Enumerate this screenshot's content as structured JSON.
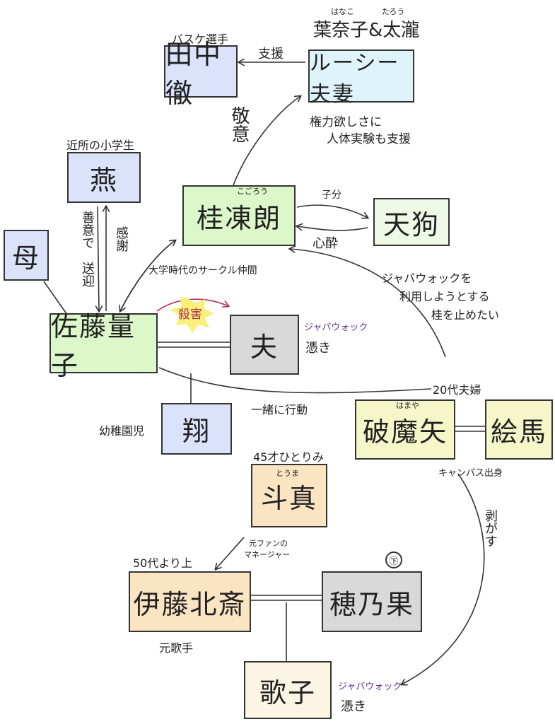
{
  "colors": {
    "blue": "#dbe3fb",
    "light_blue": "#dff3fb",
    "green": "#dcf7c9",
    "light_green": "#eff9e6",
    "gray": "#d9d9d9",
    "yellow": "#f6f7c9",
    "orange": "#fbe4c2",
    "cream": "#fdf5e4",
    "purple_text": "#5a2f8f",
    "burst": "#fbf07a"
  },
  "nodes": {
    "tanaka": {
      "name": "田中徹",
      "label": "バスケ選手"
    },
    "lucy": {
      "name": "ルーシー夫妻",
      "label": "葉奈子&太瀧",
      "ruby_1": "はなこ",
      "ruby_2": "たろう",
      "note_1": "権力欲しさに",
      "note_2": "人体実験も支援"
    },
    "tsubame": {
      "name": "燕",
      "label": "近所の小学生"
    },
    "haha": {
      "name": "母"
    },
    "katsura": {
      "name": "桂凍朗",
      "ruby": "こごろう"
    },
    "tengu": {
      "name": "天狗"
    },
    "sato": {
      "name": "佐藤量子"
    },
    "otto": {
      "name": "夫",
      "tag": "ジャバウォック",
      "note": "憑き"
    },
    "sho": {
      "name": "翔",
      "label": "幼稚園児"
    },
    "hamaya": {
      "name": "破魔矢",
      "ruby": "はまや"
    },
    "ema": {
      "name": "絵馬"
    },
    "toma": {
      "name": "斗真",
      "ruby": "とうま",
      "label": "45才ひとりみ"
    },
    "ito": {
      "name": "伊藤北斎",
      "label_top": "50代より上",
      "label_bottom": "元歌手"
    },
    "honoka": {
      "name": "穂乃果",
      "mark": "㊦"
    },
    "utako": {
      "name": "歌子",
      "tag": "ジャバウォック",
      "note": "憑き"
    }
  },
  "relations": {
    "support": "支援",
    "respect": "敬意",
    "kobun": "子分",
    "shinsui": "心酔",
    "good_will_1": "善意で",
    "good_will_2": "送迎",
    "thanks": "感謝",
    "circle_friends": "大学時代のサークル仲間",
    "murder": "殺害",
    "together": "一緒に行動",
    "jabber_1": "ジャバウォックを",
    "jabber_2": "利用しようとする",
    "jabber_3": "桂を止めたい",
    "couple_20s": "20代夫婦",
    "campus": "キャンパス出身",
    "peel": "剥がす",
    "ex_fan_1": "元ファンの",
    "ex_fan_2": "マネージャー"
  }
}
